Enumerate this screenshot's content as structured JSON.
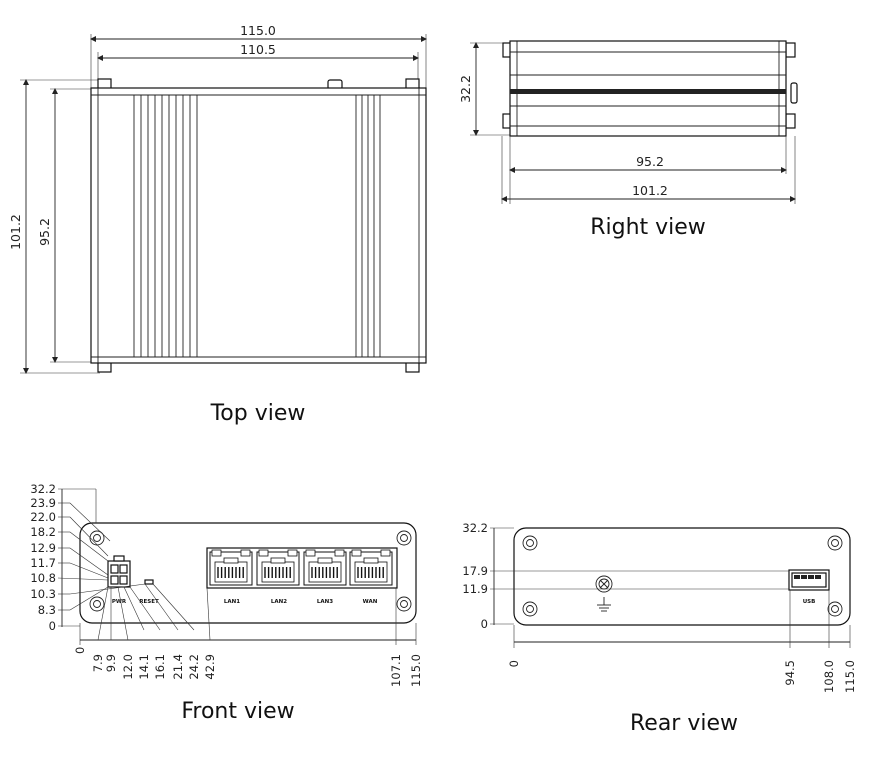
{
  "top_view": {
    "caption": "Top view",
    "width_outer": "115.0",
    "width_inner": "110.5",
    "depth_outer": "101.2",
    "depth_inner": "95.2"
  },
  "right_view": {
    "caption": "Right view",
    "height": "32.2",
    "depth_inner": "95.2",
    "depth_outer": "101.2"
  },
  "front_view": {
    "caption": "Front view",
    "y_marks": [
      "32.2",
      "23.9",
      "22.0",
      "18.2",
      "12.9",
      "11.7",
      "10.8",
      "10.3",
      "8.3",
      "0"
    ],
    "x_marks": [
      "0",
      "7.9",
      "9.9",
      "12.0",
      "14.1",
      "16.1",
      "21.4",
      "24.2",
      "42.9",
      "107.1",
      "115.0"
    ],
    "labels": {
      "pwr": "PWR",
      "reset": "RESET",
      "lan1": "LAN1",
      "lan2": "LAN2",
      "lan3": "LAN3",
      "wan": "WAN"
    }
  },
  "rear_view": {
    "caption": "Rear view",
    "y_marks": [
      "32.2",
      "17.9",
      "11.9",
      "0"
    ],
    "x_marks": [
      "0",
      "94.5",
      "108.0",
      "115.0"
    ],
    "labels": {
      "usb": "USB"
    }
  }
}
